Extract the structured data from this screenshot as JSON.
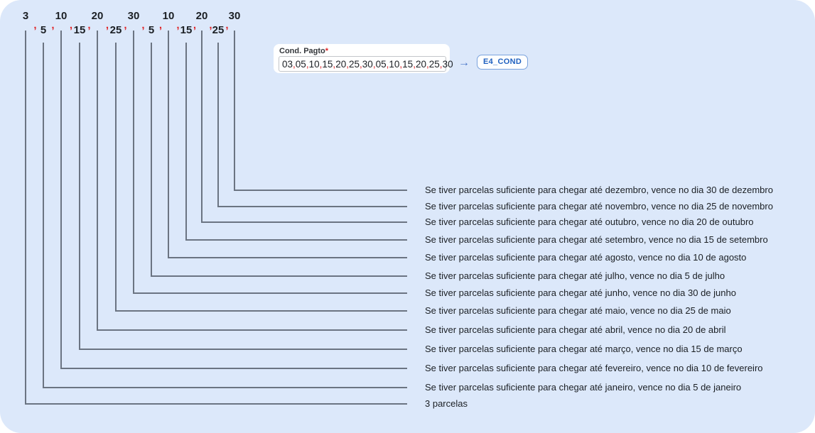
{
  "palette": {
    "canvas_bg": "#dce8fa",
    "connector_line": "#6b7482",
    "comma_red": "#e02528",
    "text_dark": "#1b1f24",
    "arrow_blue": "#4673c6",
    "badge_border_blue": "#7ba3dd",
    "badge_text_blue": "#2061c0"
  },
  "field": {
    "label": "Cond. Pagto",
    "required_marker": "*",
    "value": "03,05,10,15,20,25,30,05,10,15,20,25,30"
  },
  "mapping": {
    "arrow_icon": "→",
    "badge_label": "E4_COND"
  },
  "sequence": {
    "separator": ",",
    "tokens": [
      {
        "value": "3",
        "description": "3 parcelas"
      },
      {
        "value": "5",
        "description": "Se tiver parcelas suficiente para chegar até janeiro, vence no dia 5 de janeiro"
      },
      {
        "value": "10",
        "description": "Se tiver parcelas suficiente para chegar até fevereiro, vence no dia 10 de fevereiro"
      },
      {
        "value": "15",
        "description": "Se tiver parcelas suficiente para chegar até março, vence no dia 15 de março"
      },
      {
        "value": "20",
        "description": "Se tiver parcelas suficiente para chegar até abril, vence no dia 20 de abril"
      },
      {
        "value": "25",
        "description": "Se tiver parcelas suficiente para chegar até maio, vence no dia 25 de maio"
      },
      {
        "value": "30",
        "description": "Se tiver parcelas suficiente para chegar até junho, vence no dia 30 de junho"
      },
      {
        "value": "5",
        "description": "Se tiver parcelas suficiente para chegar até julho, vence no dia 5 de julho"
      },
      {
        "value": "10",
        "description": "Se tiver parcelas suficiente para chegar até agosto, vence no dia 10 de agosto"
      },
      {
        "value": "15",
        "description": "Se tiver parcelas suficiente para chegar até setembro, vence no dia 15 de setembro"
      },
      {
        "value": "20",
        "description": "Se tiver parcelas suficiente para chegar até outubro, vence no dia 20 de outubro"
      },
      {
        "value": "25",
        "description": "Se tiver parcelas suficiente para chegar até novembro, vence no dia 25 de novembro"
      },
      {
        "value": "30",
        "description": "Se tiver parcelas suficiente para chegar até dezembro, vence no dia 30 de dezembro"
      }
    ]
  }
}
